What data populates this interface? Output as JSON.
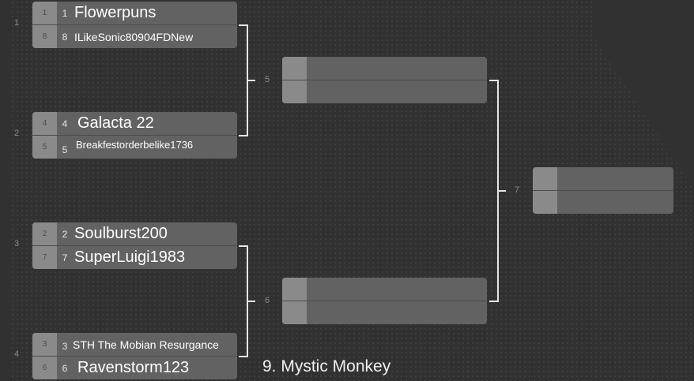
{
  "bracket": {
    "round1": [
      {
        "match_number": "1",
        "slots": [
          {
            "seed": "1",
            "inner_seed": "1",
            "name": "Flowerpuns"
          },
          {
            "seed": "8",
            "inner_seed": "8",
            "name": "ILikeSonic80904FDNew"
          }
        ]
      },
      {
        "match_number": "2",
        "slots": [
          {
            "seed": "4",
            "inner_seed": "4",
            "name": "Galacta 22"
          },
          {
            "seed": "5",
            "inner_seed": "5",
            "name": "Breakfestorderbelike1736"
          }
        ]
      },
      {
        "match_number": "3",
        "slots": [
          {
            "seed": "2",
            "inner_seed": "2",
            "name": "Soulburst200"
          },
          {
            "seed": "7",
            "inner_seed": "7",
            "name": "SuperLuigi1983"
          }
        ]
      },
      {
        "match_number": "4",
        "slots": [
          {
            "seed": "3",
            "inner_seed": "3",
            "name": "STH The Mobian Resurgance"
          },
          {
            "seed": "6",
            "inner_seed": "6",
            "name": "Ravenstorm123"
          }
        ]
      }
    ],
    "round2": [
      {
        "match_number": "5",
        "slots": [
          {
            "seed": "",
            "name": ""
          },
          {
            "seed": "",
            "name": ""
          }
        ]
      },
      {
        "match_number": "6",
        "slots": [
          {
            "seed": "",
            "name": ""
          },
          {
            "seed": "",
            "name": ""
          }
        ]
      }
    ],
    "round3": [
      {
        "match_number": "7",
        "slots": [
          {
            "seed": "",
            "name": ""
          },
          {
            "seed": "",
            "name": ""
          }
        ]
      }
    ],
    "extra_entry": "9. Mystic Monkey"
  },
  "colors": {
    "background": "#313131",
    "seed_cell": "#8a8a8a",
    "slot_body": "#626262",
    "connector": "#e6e6e6",
    "text": "#ffffff"
  }
}
